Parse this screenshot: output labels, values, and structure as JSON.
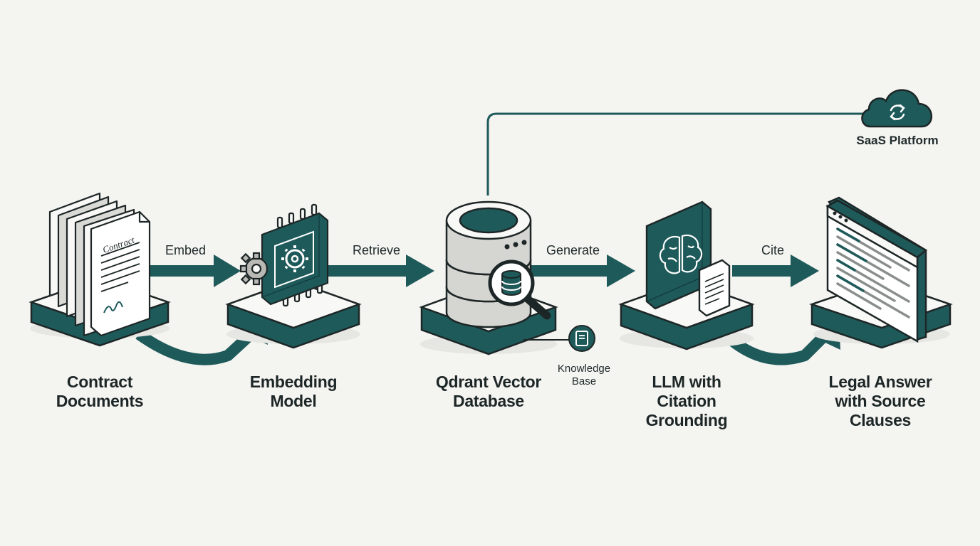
{
  "nodes": [
    {
      "id": "contract-documents",
      "label_lines": [
        "Contract",
        "Documents"
      ],
      "icon": "document-stack-icon",
      "doc_title": "Contract"
    },
    {
      "id": "embedding-model",
      "label_lines": [
        "Embedding",
        "Model"
      ],
      "icon": "chip-gear-icon"
    },
    {
      "id": "qdrant-vector-database",
      "label_lines": [
        "Qdrant Vector",
        "Database"
      ],
      "icon": "database-magnifier-icon"
    },
    {
      "id": "llm-with-citation-grounding",
      "label_lines": [
        "LLM with",
        "Citation",
        "Grounding"
      ],
      "icon": "brain-document-icon"
    },
    {
      "id": "legal-answer-with-source-clauses",
      "label_lines": [
        "Legal Answer",
        "with Source",
        "Clauses"
      ],
      "icon": "browser-window-icon"
    }
  ],
  "edges": [
    {
      "from": "contract-documents",
      "to": "embedding-model",
      "label": "Embed"
    },
    {
      "from": "embedding-model",
      "to": "qdrant-vector-database",
      "label": "Retrieve"
    },
    {
      "from": "qdrant-vector-database",
      "to": "llm-with-citation-grounding",
      "label": "Generate"
    },
    {
      "from": "llm-with-citation-grounding",
      "to": "legal-answer-with-source-clauses",
      "label": "Cite"
    }
  ],
  "knowledge_base": {
    "label_lines": [
      "Knowledge",
      "Base"
    ],
    "icon": "book-icon"
  },
  "platform": {
    "label": "SaaS Platform",
    "icon": "cloud-sync-icon"
  },
  "colors": {
    "accent": "#1f5a5a",
    "dark": "#1d2626",
    "platform_fill": "#f8f8f6",
    "background": "#f4f4f1"
  }
}
